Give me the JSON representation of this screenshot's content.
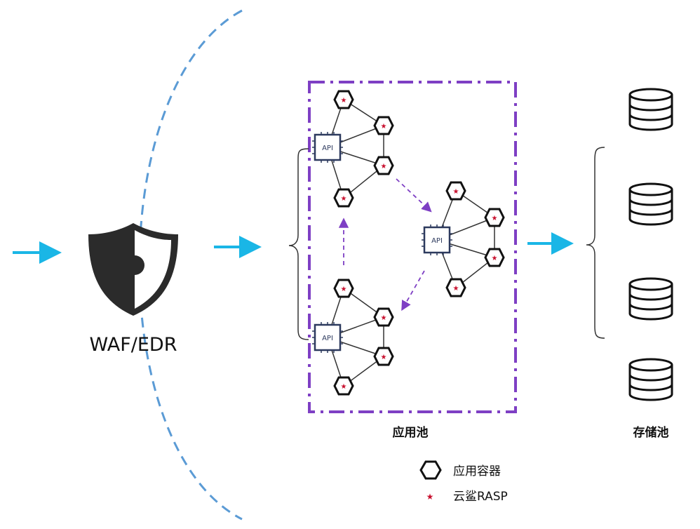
{
  "waf_label": "WAF/EDR",
  "app_pool_label": "应用池",
  "storage_pool_label": "存储池",
  "api_label": "API",
  "legend": [
    {
      "icon": "hexagon-icon",
      "label": "应用容器"
    },
    {
      "icon": "star-icon",
      "label": "云鲨RASP"
    }
  ],
  "colors": {
    "flow_arrow": "#1ab6e6",
    "boundary": "#5b9bd5",
    "pool_border": "#7e3fc4",
    "rasp_star": "#c8102e",
    "api_chip": "#2d3a5e"
  }
}
